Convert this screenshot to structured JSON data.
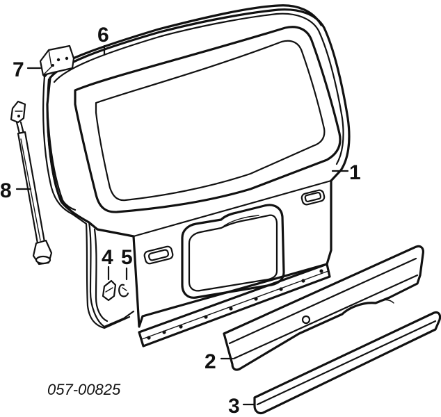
{
  "callouts": {
    "c1": "1",
    "c2": "2",
    "c3": "3",
    "c4": "4",
    "c5": "5",
    "c6": "6",
    "c7": "7",
    "c8": "8"
  },
  "part_code": "057-00825"
}
